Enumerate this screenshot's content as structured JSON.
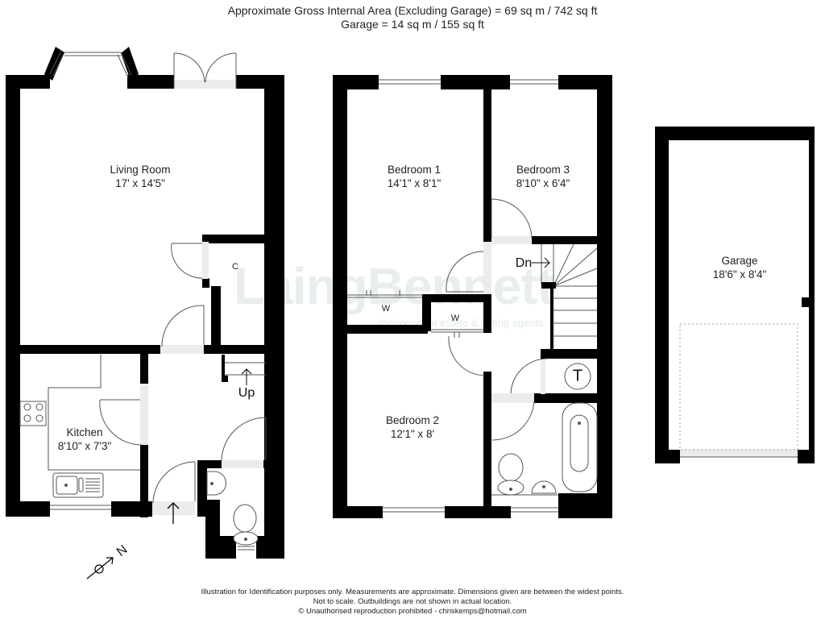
{
  "header": {
    "line1": "Approximate Gross Internal Area (Excluding Garage) = 69 sq m / 742 sq ft",
    "line2": "Garage = 14 sq m / 155 sq ft"
  },
  "watermark": {
    "brand": "LaingBennett",
    "tagline": "Independent estate & letting agents"
  },
  "ground_floor": {
    "rooms": [
      {
        "name": "Living Room",
        "size": "17' x 14'5\""
      },
      {
        "name": "Kitchen",
        "size": "8'10\" x 7'3\""
      }
    ],
    "cupboard_label": "C",
    "stairs_label": "Up"
  },
  "first_floor": {
    "rooms": [
      {
        "name": "Bedroom 1",
        "size": "14'1\" x 8'1\""
      },
      {
        "name": "Bedroom 3",
        "size": "8'10\" x 6'4\""
      },
      {
        "name": "Bedroom 2",
        "size": "12'1\" x 8'"
      }
    ],
    "wardrobe_label_1": "W",
    "wardrobe_label_2": "W",
    "stairs_label": "Dn",
    "tank_label": "T"
  },
  "garage": {
    "name": "Garage",
    "size": "18'6\" x 8'4\""
  },
  "compass": {
    "label": "N"
  },
  "footer": {
    "line1": "Illustration for Identification purposes only.  Measurements are approximate. Dimensions given are between the widest points.",
    "line2": "Not to scale.  Outbuildings are not shown in actual location.",
    "line3": "© Unauthorised reproduction prohibited  -  chriskemps@hotmail.com"
  }
}
